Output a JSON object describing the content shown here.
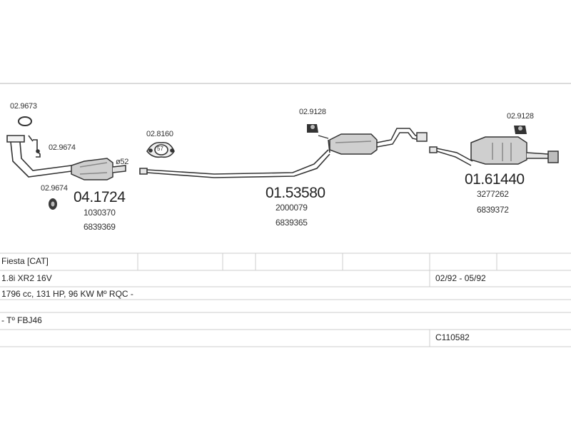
{
  "parts": {
    "clamp_top": "02.9673",
    "bracket_upper": "02.9674",
    "bracket_lower": "02.9674",
    "gasket": "02.8160",
    "gasket_size": "57",
    "diameter": "ø52",
    "rubber_mid": "02.9128",
    "rubber_rear": "02.9128",
    "front_part_no": "04.1724",
    "front_oe1": "1030370",
    "front_oe2": "6839369",
    "mid_part_no": "01.53580",
    "mid_oe1": "2000079",
    "mid_oe2": "6839365",
    "rear_part_no": "01.61440",
    "rear_oe1": "3277262",
    "rear_oe2": "6839372"
  },
  "table": {
    "model": "Fiesta  [CAT]",
    "engine": "1.8i XR2 16V",
    "years": "02/92 - 05/92",
    "spec": "1796 cc, 131 HP, 96 KW Mº RQC -",
    "note": "- Tº FBJ46",
    "code": "C110582"
  }
}
